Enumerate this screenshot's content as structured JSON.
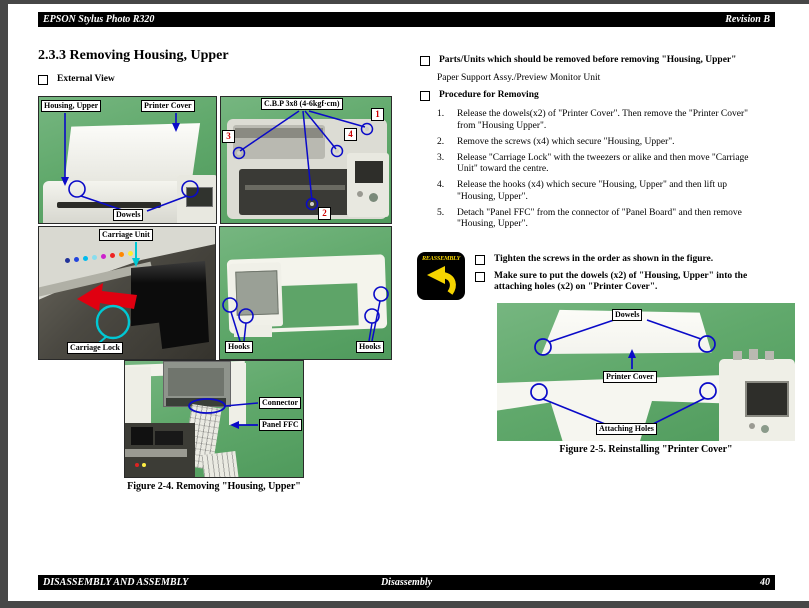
{
  "header": {
    "left": "EPSON Stylus Photo R320",
    "right": "Revision B"
  },
  "footer": {
    "left": "DISASSEMBLY AND ASSEMBLY",
    "center": "Disassembly",
    "page": "40"
  },
  "title": "2.3.3  Removing Housing, Upper",
  "external_view_label": "External View",
  "parts_units": {
    "heading": "Parts/Units which should be removed before removing \"Housing, Upper\"",
    "body": "Paper Support Assy./Preview Monitor Unit"
  },
  "procedure": {
    "heading": "Procedure for Removing",
    "steps": [
      {
        "n": "1.",
        "text": "Release the dowels(x2) of \"Printer Cover\". Then remove the \"Printer Cover\" from \"Housing Upper\"."
      },
      {
        "n": "2.",
        "text": "Remove the screws (x4) which secure \"Housing, Upper\"."
      },
      {
        "n": "3.",
        "text": "Release \"Carriage Lock\" with the tweezers or alike and then move \"Carriage Unit\" toward the centre."
      },
      {
        "n": "4.",
        "text": "Release the hooks (x4) which secure \"Housing, Upper\" and then lift up \"Housing, Upper\"."
      },
      {
        "n": "5.",
        "text": "Detach \"Panel FFC\" from the connector of \"Panel Board\" and then remove \"Housing, Upper\"."
      }
    ]
  },
  "reassembly": {
    "icon_label": "REASSEMBLY",
    "notes": [
      "Tighten the screws in the order as shown in the figure.",
      "Make sure to put the dowels (x2) of \"Housing, Upper\" into the attaching holes (x2) on \"Printer Cover\"."
    ]
  },
  "fig24": {
    "caption": "Figure 2-4.  Removing \"Housing, Upper\"",
    "labels": {
      "housing_upper": "Housing, Upper",
      "printer_cover": "Printer Cover",
      "dowels": "Dowels",
      "screw_spec": "C.B.P 3x8 (4-6kgf·cm)",
      "carriage_unit": "Carriage Unit",
      "carriage_lock": "Carriage Lock",
      "hooks": "Hooks",
      "connector": "Connector",
      "panel_ffc": "Panel FFC"
    },
    "screw_numbers": [
      "1",
      "2",
      "3",
      "4"
    ]
  },
  "fig25": {
    "caption": "Figure 2-5.  Reinstalling \"Printer Cover\"",
    "labels": {
      "dowels": "Dowels",
      "printer_cover": "Printer Cover",
      "attaching_holes": "Attaching Holes"
    }
  },
  "colors": {
    "annotation_blue": "#0a0ac8",
    "highlight_cyan": "#00c8d4",
    "arrow_red": "#e00010",
    "number_red": "#cc0000",
    "reassembly_yellow": "#f5d400",
    "photo_green": "#61a96c"
  }
}
